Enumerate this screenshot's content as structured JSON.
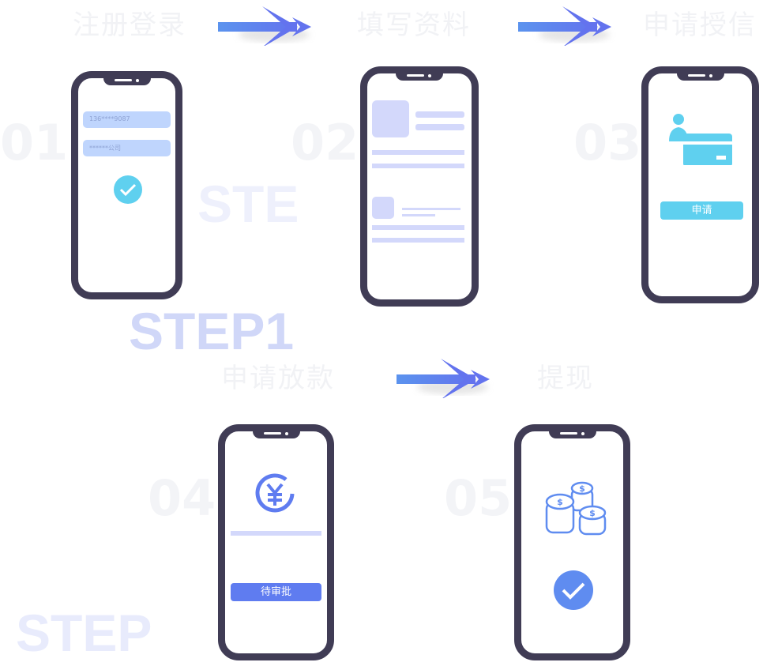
{
  "steps": [
    {
      "title": "注册登录",
      "number": "01"
    },
    {
      "title": "填写资料",
      "number": "02"
    },
    {
      "title": "申请授信",
      "number": "03"
    },
    {
      "title": "申请放款",
      "number": "04"
    },
    {
      "title": "提现",
      "number": "05"
    }
  ],
  "watermarks": {
    "step1": "STEP1",
    "step2": "STE",
    "step4": "STEP"
  },
  "phone1": {
    "phone_field": "136****9087",
    "company_field": "******公司"
  },
  "phone3": {
    "apply_button": "申请"
  },
  "phone4": {
    "status_button": "待审批"
  },
  "colors": {
    "frame": "#403c55",
    "accent": "#5f7cf0",
    "cyan": "#5fd0ef",
    "lavender": "#d3d8fb"
  }
}
